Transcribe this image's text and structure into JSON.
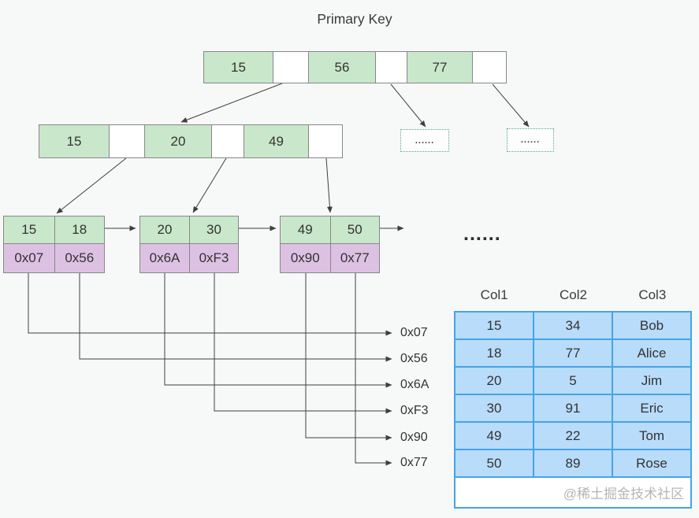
{
  "title": "Primary Key",
  "root_node": {
    "keys": [
      "15",
      "56",
      "77"
    ]
  },
  "internal_node": {
    "keys": [
      "15",
      "20",
      "49"
    ]
  },
  "ellipsis_boxes": [
    {
      "label": "......"
    },
    {
      "label": "......"
    }
  ],
  "leaf_nodes": [
    {
      "keys": [
        "15",
        "18"
      ],
      "pointers": [
        "0x07",
        "0x56"
      ]
    },
    {
      "keys": [
        "20",
        "30"
      ],
      "pointers": [
        "0x6A",
        "0xF3"
      ]
    },
    {
      "keys": [
        "49",
        "50"
      ],
      "pointers": [
        "0x90",
        "0x77"
      ]
    }
  ],
  "leaf_ellipsis": "......",
  "pointer_labels": [
    "0x07",
    "0x56",
    "0x6A",
    "0xF3",
    "0x90",
    "0x77"
  ],
  "table": {
    "columns": [
      "Col1",
      "Col2",
      "Col3"
    ],
    "rows": [
      [
        "15",
        "34",
        "Bob"
      ],
      [
        "18",
        "77",
        "Alice"
      ],
      [
        "20",
        "5",
        "Jim"
      ],
      [
        "30",
        "91",
        "Eric"
      ],
      [
        "49",
        "22",
        "Tom"
      ],
      [
        "50",
        "89",
        "Rose"
      ]
    ]
  },
  "watermark": "@稀土掘金技术社区",
  "colors": {
    "background": "#f7f8f8",
    "key_cell_green": "#c9e7ca",
    "pointer_cell_purple": "#ddc1e3",
    "table_fill_blue": "#b8dcfa",
    "table_border_blue": "#46a4e6",
    "node_border_gray": "#878787",
    "dotted_border_teal": "#4fa690",
    "line_color": "#3f3f3f",
    "watermark_gray": "#b5b5b5"
  }
}
